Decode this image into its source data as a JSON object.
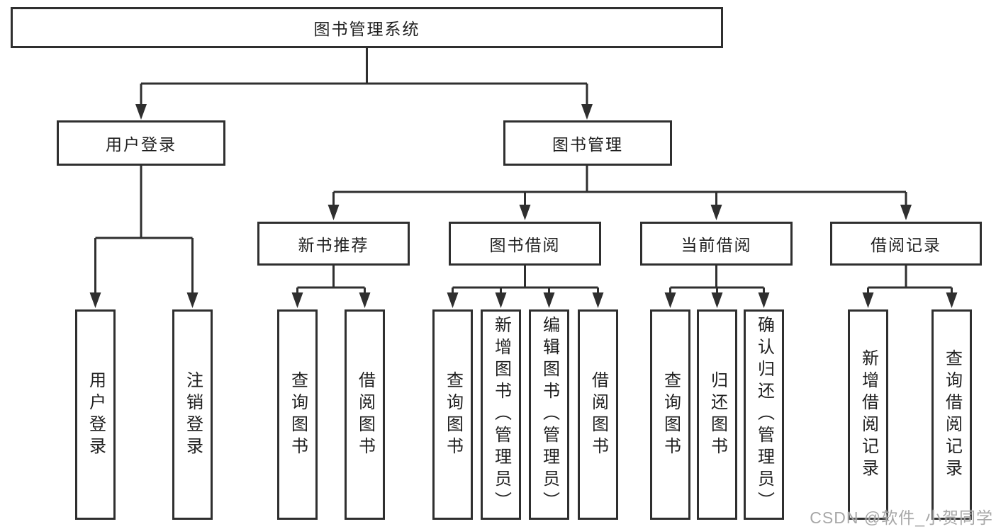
{
  "diagram": {
    "type": "hierarchy-tree",
    "title": "图书管理系统",
    "nodes": {
      "root": {
        "label": "图书管理系统"
      },
      "level2": [
        {
          "id": "user-login",
          "label": "用户登录"
        },
        {
          "id": "book-management",
          "label": "图书管理"
        }
      ],
      "level3": [
        {
          "id": "new-book-recommend",
          "parent": "book-management",
          "label": "新书推荐"
        },
        {
          "id": "book-borrow",
          "parent": "book-management",
          "label": "图书借阅"
        },
        {
          "id": "current-borrow",
          "parent": "book-management",
          "label": "当前借阅"
        },
        {
          "id": "borrow-records",
          "parent": "book-management",
          "label": "借阅记录"
        }
      ],
      "leaves": [
        {
          "parent": "user-login",
          "label": "用户登录"
        },
        {
          "parent": "user-login",
          "label": "注销登录"
        },
        {
          "parent": "new-book-recommend",
          "label": "查询图书"
        },
        {
          "parent": "new-book-recommend",
          "label": "借阅图书"
        },
        {
          "parent": "book-borrow",
          "label": "查询图书"
        },
        {
          "parent": "book-borrow",
          "label": "新增图书（管理员）"
        },
        {
          "parent": "book-borrow",
          "label": "编辑图书（管理员）"
        },
        {
          "parent": "book-borrow",
          "label": "借阅图书"
        },
        {
          "parent": "current-borrow",
          "label": "查询图书"
        },
        {
          "parent": "current-borrow",
          "label": "归还图书"
        },
        {
          "parent": "current-borrow",
          "label": "确认归还（管理员）"
        },
        {
          "parent": "borrow-records",
          "label": "新增借阅记录"
        },
        {
          "parent": "borrow-records",
          "label": "查询借阅记录"
        }
      ]
    },
    "colors": {
      "line": "#2f2f2f",
      "box_border": "#2f2f2f",
      "background": "#ffffff",
      "watermark": "#a2a2a2"
    }
  },
  "watermark": {
    "text": "CSDN @软件_小贺同学"
  }
}
